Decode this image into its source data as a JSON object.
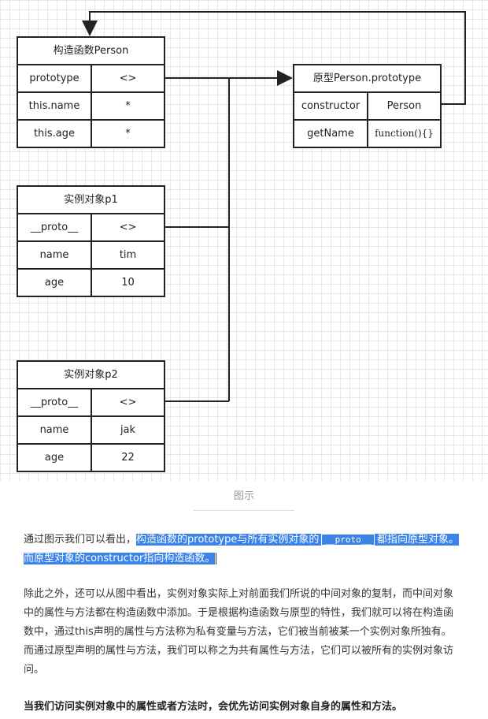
{
  "diagram": {
    "constructor_table": {
      "title": "构造函数Person",
      "rows": [
        {
          "key": "prototype",
          "value": "<>"
        },
        {
          "key": "this.name",
          "value": "*"
        },
        {
          "key": "this.age",
          "value": "*"
        }
      ]
    },
    "prototype_table": {
      "title": "原型Person.prototype",
      "rows": [
        {
          "key": "constructor",
          "value": "Person"
        },
        {
          "key": "getName",
          "value": "function(){}"
        }
      ]
    },
    "p1_table": {
      "title": "实例对象p1",
      "rows": [
        {
          "key": "__proto__",
          "value": "<>"
        },
        {
          "key": "name",
          "value": "tim"
        },
        {
          "key": "age",
          "value": "10"
        }
      ]
    },
    "p2_table": {
      "title": "实例对象p2",
      "rows": [
        {
          "key": "__proto__",
          "value": "<>"
        },
        {
          "key": "name",
          "value": "jak"
        },
        {
          "key": "age",
          "value": "22"
        }
      ]
    }
  },
  "caption": "图示",
  "paragraphs": {
    "p1_plain": "通过图示我们可以看出，",
    "p1_hl_a": "构造函数的prototype与所有实例对象的",
    "p1_code": "__proto__",
    "p1_hl_b": "都指向原型对象。而原型对象的constructor指向构造函数。",
    "p2": "除此之外，还可以从图中看出，实例对象实际上对前面我们所说的中间对象的复制，而中间对象中的属性与方法都在构造函数中添加。于是根据构造函数与原型的特性，我们就可以将在构造函数中，通过this声明的属性与方法称为私有变量与方法，它们被当前被某一个实例对象所独有。而通过原型声明的属性与方法，我们可以称之为共有属性与方法，它们可以被所有的实例对象访问。",
    "p3": "当我们访问实例对象中的属性或者方法时，会优先访问实例对象自身的属性和方法。"
  }
}
